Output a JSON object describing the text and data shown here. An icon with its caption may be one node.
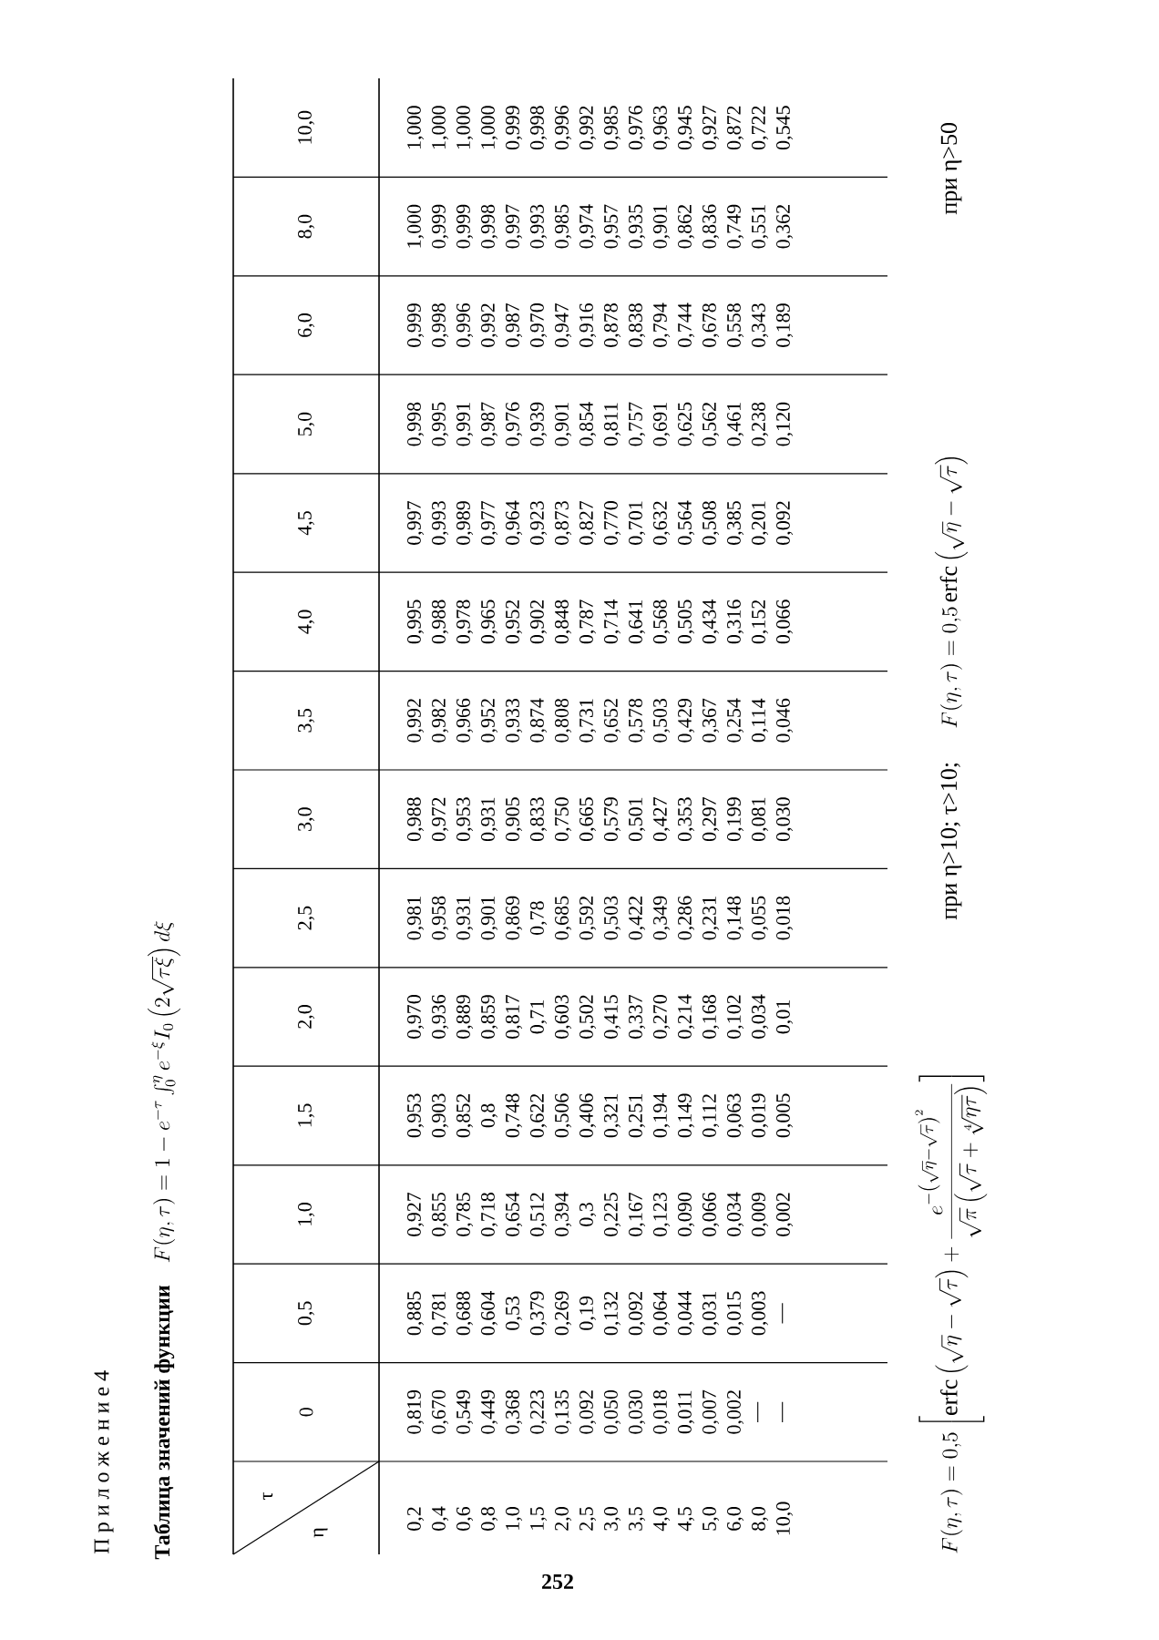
{
  "diagram": {
    "title": "Таблица значений функции",
    "labels": [
      "П р и л о ж е н и е 4",
      "F(\\eta,\\tau)=1-e^{-\\tau}\\int_0^{\\eta}e^{-\\xi}I_0\\left(2\\sqrt{\\tau\\xi}\\right)d\\xi",
      "τ",
      "η",
      "0",
      "0,5",
      "1,0",
      "1,5",
      "2,0",
      "2,5",
      "3,0",
      "3,5",
      "4,0",
      "4,5",
      "5,0",
      "6,0",
      "8,0",
      "10,0",
      "0,2",
      "0,819",
      "0,885",
      "0,927",
      "0,953",
      "0,970",
      "0,981",
      "0,988",
      "0,992",
      "0,995",
      "0,997",
      "0,998",
      "0,999",
      "1,000",
      "1,000",
      "0,4",
      "0,670",
      "0,781",
      "0,855",
      "0,903",
      "0,936",
      "0,958",
      "0,972",
      "0,982",
      "0,988",
      "0,993",
      "0,995",
      "0,998",
      "0,999",
      "1,000",
      "0,6",
      "0,549",
      "0,688",
      "0,785",
      "0,852",
      "0,889",
      "0,931",
      "0,953",
      "0,966",
      "0,978",
      "0,989",
      "0,991",
      "0,996",
      "0,999",
      "1,000",
      "0,8",
      "0,449",
      "0,604",
      "0,718",
      "0,8",
      "0,859",
      "0,901",
      "0,931",
      "0,952",
      "0,965",
      "0,977",
      "0,987",
      "0,992",
      "0,998",
      "1,000",
      "1,0",
      "0,368",
      "0,53",
      "0,654",
      "0,748",
      "0,817",
      "0,869",
      "0,905",
      "0,933",
      "0,952",
      "0,964",
      "0,976",
      "0,987",
      "0,997",
      "0,999",
      "1,5",
      "0,223",
      "0,379",
      "0,512",
      "0,622",
      "0,71",
      "0,78",
      "0,833",
      "0,874",
      "0,902",
      "0,923",
      "0,939",
      "0,970",
      "0,993",
      "0,998",
      "2,0",
      "0,135",
      "0,269",
      "0,394",
      "0,506",
      "0,603",
      "0,685",
      "0,750",
      "0,808",
      "0,848",
      "0,873",
      "0,901",
      "0,947",
      "0,985",
      "0,996",
      "2,5",
      "0,092",
      "0,19",
      "0,3",
      "0,406",
      "0,502",
      "0,592",
      "0,665",
      "0,731",
      "0,787",
      "0,827",
      "0,854",
      "0,916",
      "0,974",
      "0,992",
      "3,0",
      "0,050",
      "0,132",
      "0,225",
      "0,321",
      "0,415",
      "0,503",
      "0,579",
      "0,652",
      "0,714",
      "0,770",
      "0,811",
      "0,878",
      "0,957",
      "0,985",
      "3,5",
      "0,030",
      "0,092",
      "0,167",
      "0,251",
      "0,337",
      "0,422",
      "0,501",
      "0,578",
      "0,641",
      "0,701",
      "0,757",
      "0,838",
      "0,935",
      "0,976",
      "4,0",
      "0,018",
      "0,064",
      "0,123",
      "0,194",
      "0,270",
      "0,349",
      "0,427",
      "0,503",
      "0,568",
      "0,632",
      "0,691",
      "0,794",
      "0,901",
      "0,963",
      "4,5",
      "0,011",
      "0,044",
      "0,090",
      "0,149",
      "0,214",
      "0,286",
      "0,353",
      "0,429",
      "0,505",
      "0,564",
      "0,625",
      "0,744",
      "0,862",
      "0,945",
      "5,0",
      "0,007",
      "0,031",
      "0,066",
      "0,112",
      "0,168",
      "0,231",
      "0,297",
      "0,367",
      "0,434",
      "0,508",
      "0,562",
      "0,678",
      "0,836",
      "0,927",
      "6,0",
      "0,002",
      "0,015",
      "0,034",
      "0,063",
      "0,102",
      "0,148",
      "0,199",
      "0,254",
      "0,316",
      "0,385",
      "0,461",
      "0,558",
      "0,749",
      "0,872",
      "8,0",
      "—",
      "0,003",
      "0,009",
      "0,019",
      "0,034",
      "0,055",
      "0,081",
      "0,114",
      "0,152",
      "0,201",
      "0,238",
      "0,343",
      "0,551",
      "0,722",
      "10,0",
      "—",
      "—",
      "0,002",
      "0,005",
      "0,01",
      "0,018",
      "0,030",
      "0,046",
      "0,066",
      "0,092",
      "0,120",
      "0,189",
      "0,362",
      "0,545",
      "F(\\eta,\\tau)=0{,}5\\left[\\mathrm{erfc}\\left(\\sqrt{\\eta}-\\sqrt{\\tau}\\right)+\\frac{e^{-\\left(\\sqrt{\\eta}-\\sqrt{\\tau}\\right)^{2}}}{\\sqrt{\\pi}\\left(\\sqrt{\\tau}+\\sqrt[4]{\\eta\\tau}\\right)}\\right]",
      "при η>10; τ>10;",
      "F(\\eta,\\tau)=0{,}5\\,\\mathrm{erfc}\\left(\\sqrt{\\eta}-\\sqrt{\\tau}\\right)",
      "при η>50",
      "252"
    ]
  }
}
